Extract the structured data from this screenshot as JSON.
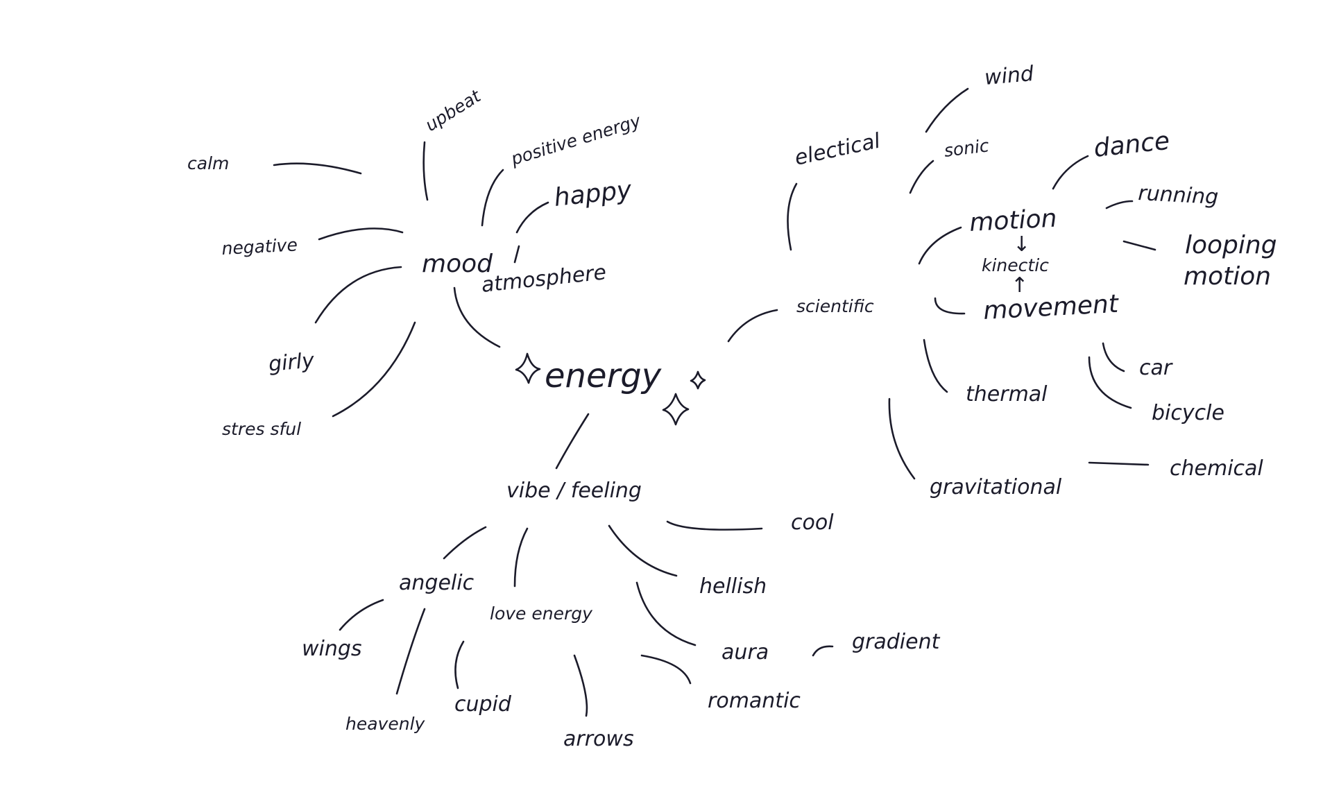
{
  "center": "energy",
  "mood": {
    "label": "mood",
    "items": [
      "upbeat",
      "positive energy",
      "happy",
      "atmosphere",
      "calm",
      "negative",
      "girly",
      "stres sful"
    ]
  },
  "scientific": {
    "label": "scientific",
    "electrical": "electical",
    "wind": "wind",
    "sonic": "sonic",
    "motion": "motion",
    "kinetic": "kinectic",
    "movement": "movement",
    "dance": "dance",
    "running": "running",
    "looping_motion": [
      "looping",
      "motion"
    ],
    "thermal": "thermal",
    "car": "car",
    "bicycle": "bicycle",
    "gravitational": "gravitational",
    "chemical": "chemical"
  },
  "vibe": {
    "label": "vibe / feeling",
    "cool": "cool",
    "hellish": "hellish",
    "aura": "aura",
    "gradient": "gradient",
    "romantic": "romantic",
    "angelic": "angelic",
    "wings": "wings",
    "heavenly": "heavenly",
    "love_energy": "love energy",
    "cupid": "cupid",
    "arrows": "arrows"
  },
  "colors": {
    "ink": "#1b1b2a",
    "paper": "#ffffff"
  }
}
